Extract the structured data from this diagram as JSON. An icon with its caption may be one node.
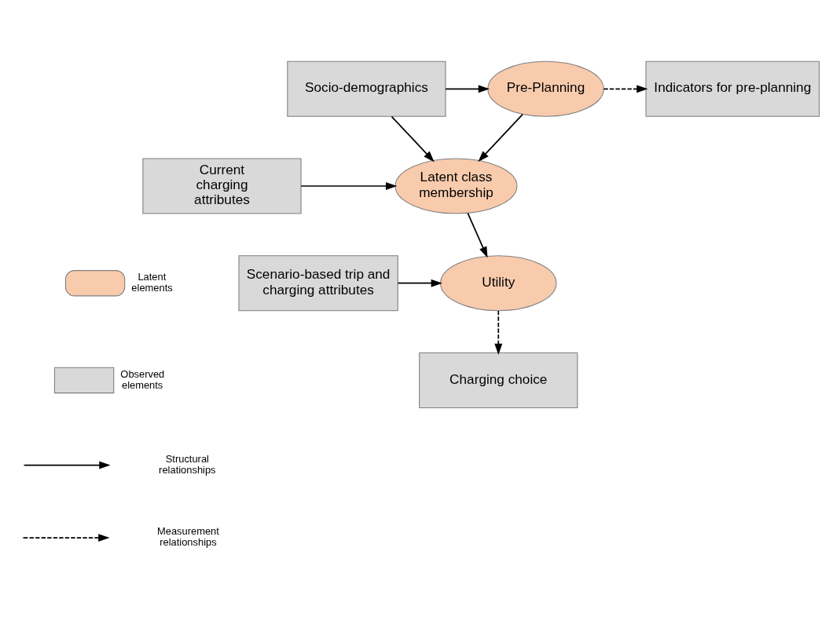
{
  "diagram": {
    "nodes": [
      {
        "text": [
          "Socio-demographics"
        ]
      },
      {
        "text": [
          "Pre-Planning"
        ]
      },
      {
        "text": [
          "Indicators for pre-planning"
        ]
      },
      {
        "text": [
          "Current charging attributes"
        ]
      },
      {
        "text": [
          "Latent class membership"
        ]
      },
      {
        "text": [
          "Scenario-based trip and charging attributes"
        ]
      },
      {
        "text": [
          "Utility"
        ]
      },
      {
        "text": [
          "Charging choice"
        ]
      }
    ],
    "edges": [
      {
        "from": 0,
        "to": 1,
        "arrow": "to"
      },
      {
        "from": 1,
        "to": 2,
        "arrow": "to",
        "style": "dashed"
      },
      {
        "from": 0,
        "to": 4,
        "arrow": "to"
      },
      {
        "from": 1,
        "to": 4,
        "arrow": "to"
      },
      {
        "from": 3,
        "to": 4,
        "arrow": "to"
      },
      {
        "from": 4,
        "to": 6,
        "arrow": "to"
      },
      {
        "from": 5,
        "to": 6,
        "arrow": "to"
      },
      {
        "from": 6,
        "to": 7,
        "arrow": "to",
        "style": "dashed"
      }
    ],
    "legend": [
      {
        "text": "Latent elements",
        "color": "#f8cbad"
      },
      {
        "text": "Observed elements",
        "color": "#d9d9d9"
      },
      {
        "text": "Structural relationships"
      },
      {
        "text": "Measurement relationships"
      }
    ]
  }
}
